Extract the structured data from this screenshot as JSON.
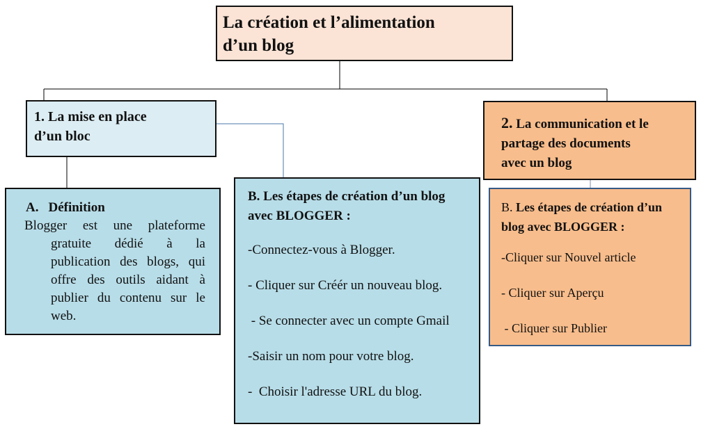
{
  "root": {
    "line1": "La création et l’alimentation",
    "line2": "d’un blog"
  },
  "branch1": {
    "line1": "1. La mise en place",
    "line2": "d’un bloc"
  },
  "branch2": {
    "number": "2.",
    "line1": " La communication et le",
    "line2": "partage des documents",
    "line3": "avec un blog"
  },
  "definition": {
    "letter": "A.",
    "title": "Définition",
    "text": "Blogger est une plateforme gratuite dédié à la publication des blogs, qui offre des outils aidant à publier du contenu sur le web."
  },
  "steps_creation": {
    "title": "B. Les étapes de création d’un blog avec BLOGGER :",
    "items": [
      "-Connectez-vous à Blogger.",
      "- Cliquer sur Créér un nouveau blog.",
      " - Se connecter avec un compte Gmail",
      "-Saisir un nom pour votre blog.",
      "-  Choisir l'adresse URL du blog."
    ]
  },
  "steps_publish": {
    "prefix": "B.",
    "title": " Les étapes de création d’un blog avec BLOGGER :",
    "items": [
      "-Cliquer sur Nouvel article",
      "- Cliquer sur Aperçu",
      " - Cliquer sur Publier"
    ]
  },
  "colors": {
    "root_fill": "#fbe3d5",
    "branch1_fill": "#dcedf3",
    "blue_fill": "#b7dde8",
    "orange_fill": "#f8bd8c",
    "right_box_border": "#355a86"
  }
}
